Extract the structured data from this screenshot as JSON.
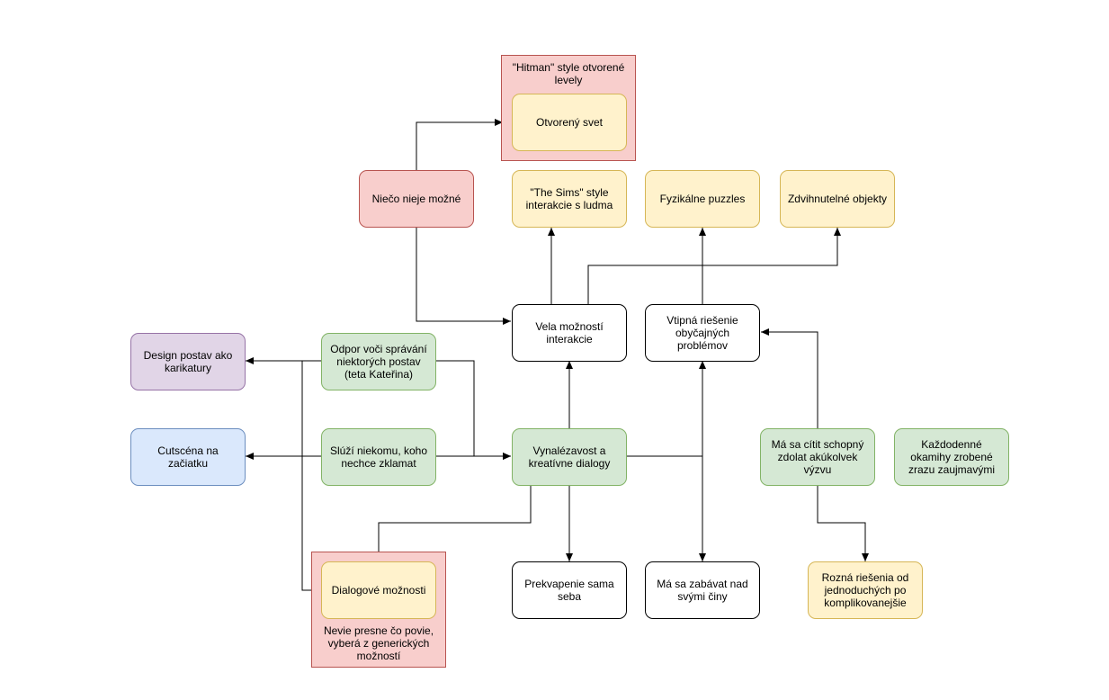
{
  "nodes": {
    "hitman_title": "\"Hitman\" style otvorené levely",
    "open_world": "Otvorený svet",
    "impossible": "Niečo nieje možné",
    "sims": "\"The Sims\" style interakcie s ludma",
    "physics": "Fyzikálne puzzles",
    "pickup": "Zdvihnutelné objekty",
    "interaction": "Vela možností interakcie",
    "witty": "Vtipná riešenie obyčajných problémov",
    "design": "Design postav ako karikatury",
    "resist": "Odpor voči správání niektorých postav (teta Kateřina)",
    "cutscene": "Cutscéna na začiatku",
    "serves": "Slúží niekomu, koho nechce zklamat",
    "inventive": "Vynalézavost a kreatívne dialogy",
    "capable": "Má sa cítit schopný zdolat akúkolvek výzvu",
    "everyday": "Každodenné okamihy zrobené zrazu zaujmavými",
    "dialog": "Dialogové možnosti",
    "dialog_note": "Nevie presne čo povie, vyberá z generických možností",
    "surprise": "Prekvapenie sama seba",
    "fun": "Má sa zabávat nad svými činy",
    "solutions": "Rozná riešenia od jednoduchých po komplikovanejšie"
  },
  "colors": {
    "white": "#ffffff",
    "yellow": "#fff2cc",
    "red": "#f8cecc",
    "green": "#d5e8d4",
    "blue": "#dae8fc",
    "purple": "#e1d5e7"
  }
}
